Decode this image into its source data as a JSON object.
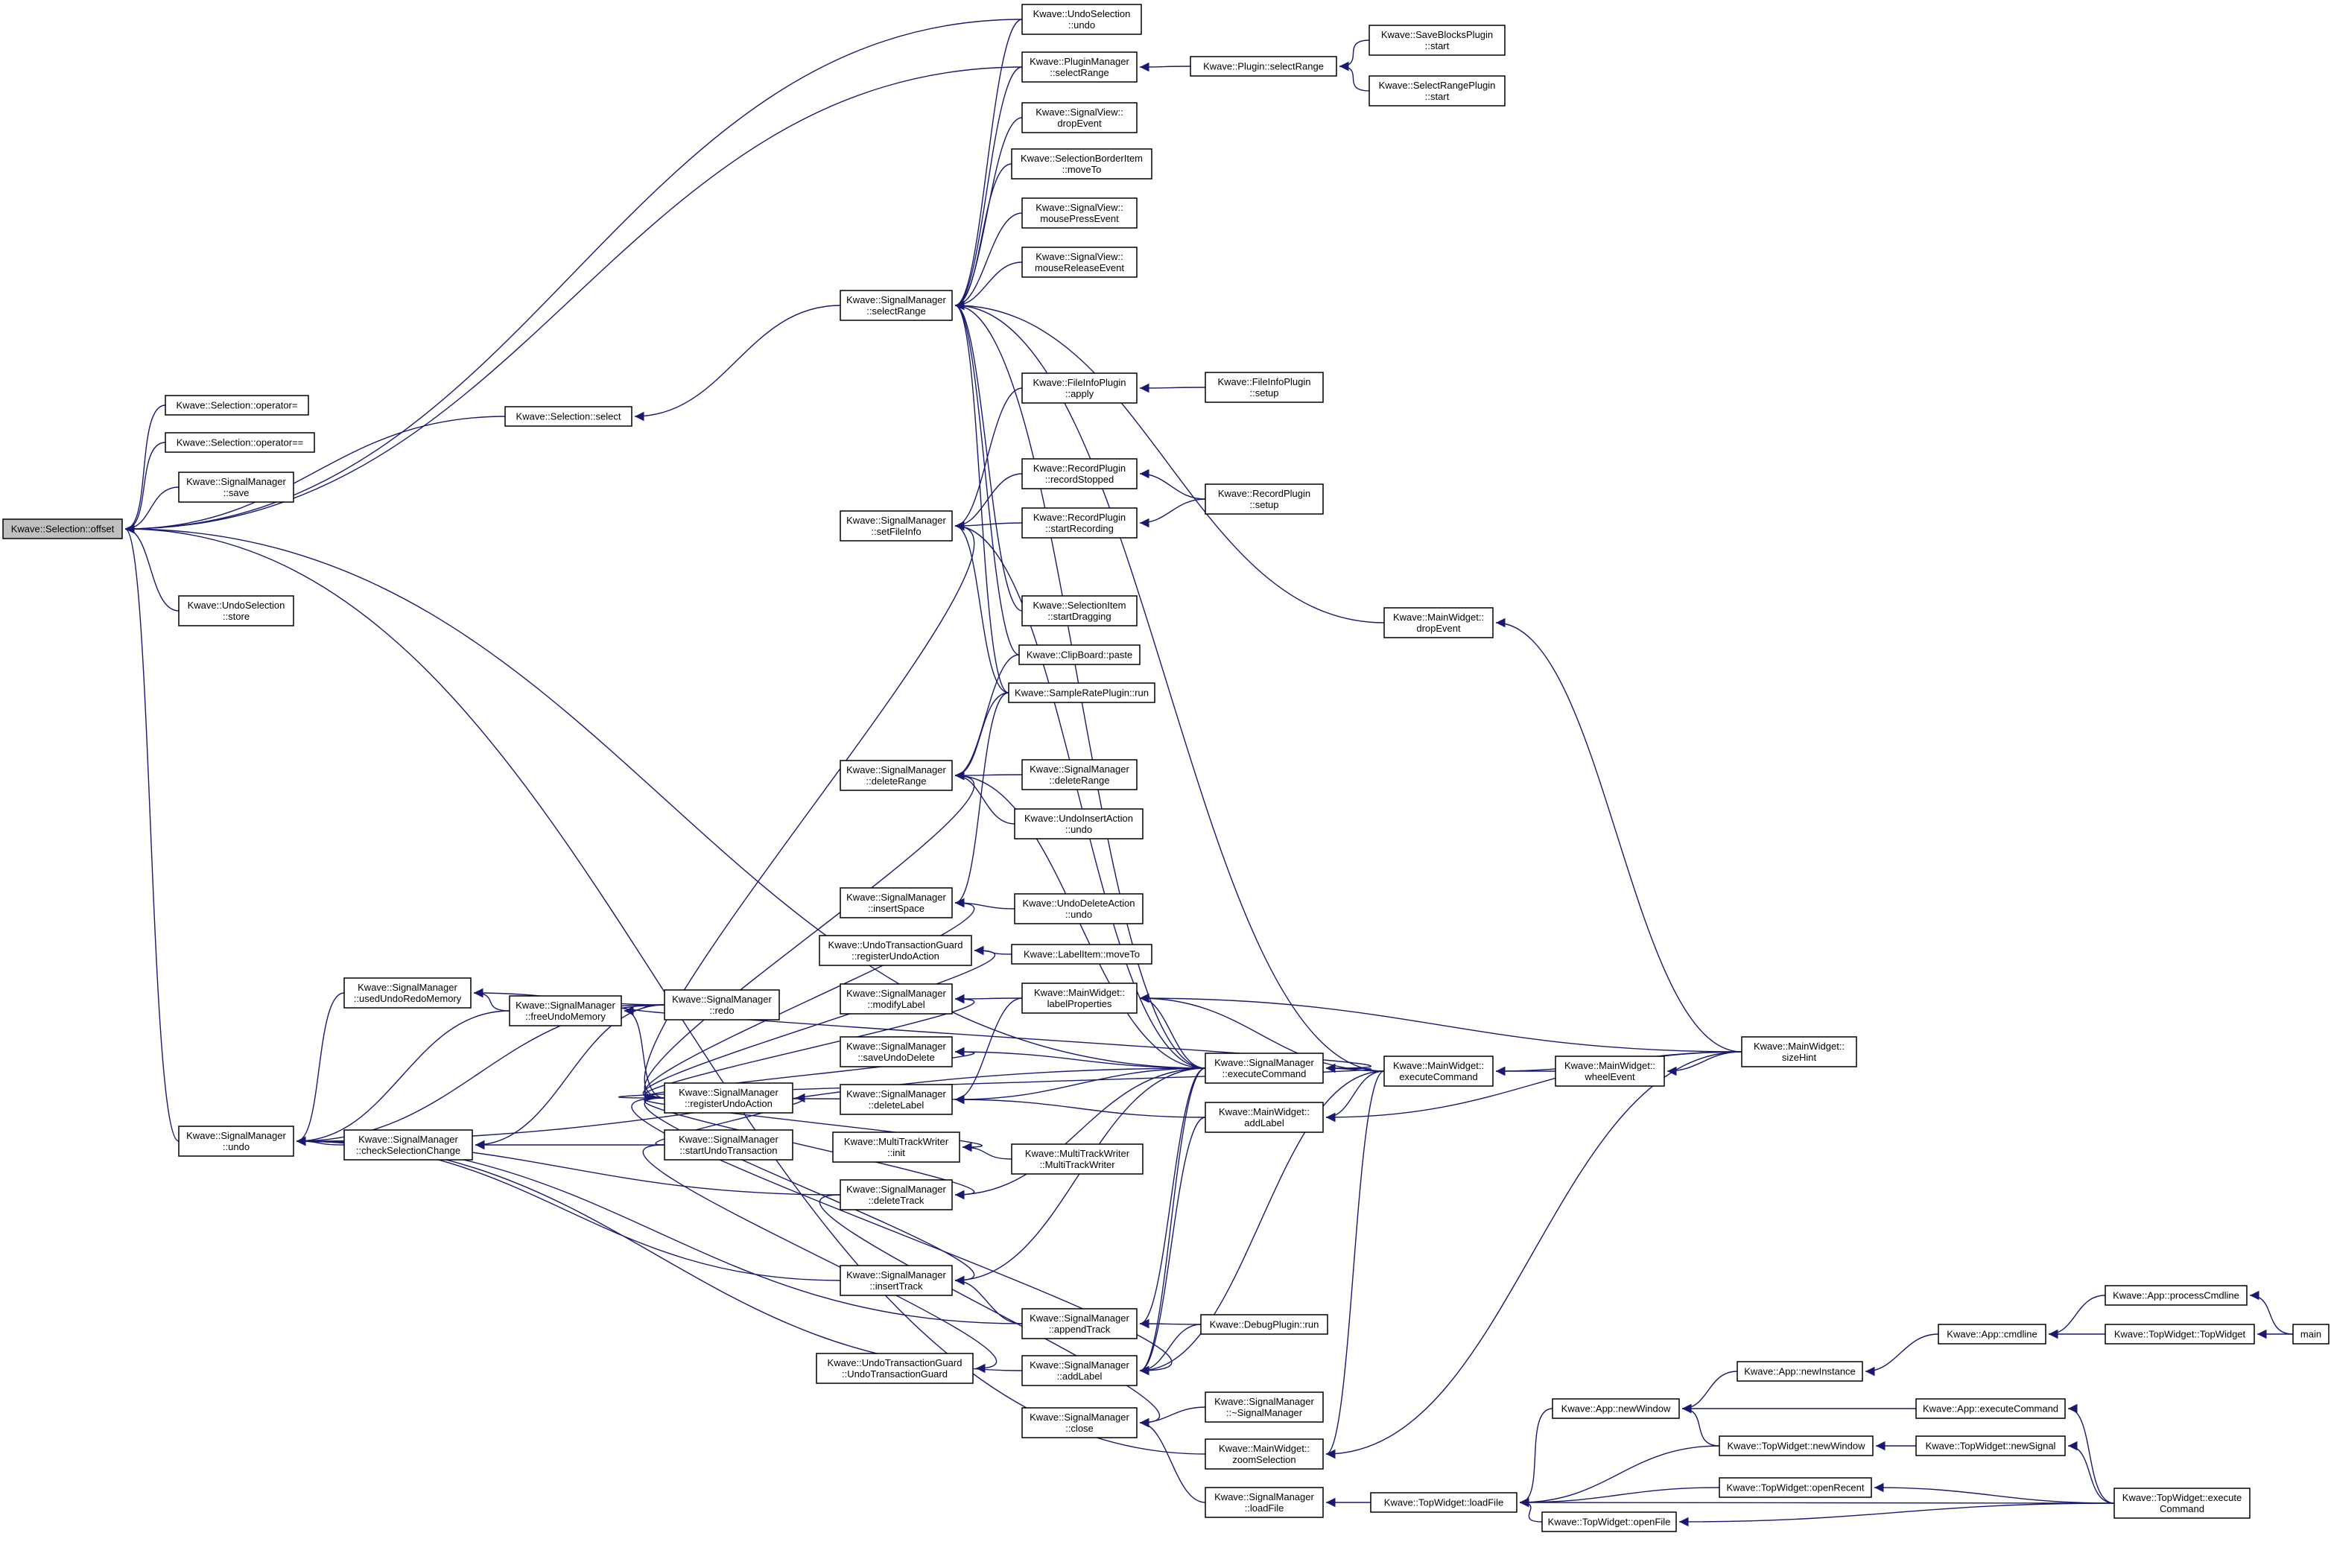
{
  "graph": {
    "colors": {
      "edge": "#191970",
      "node_border": "#000000",
      "node_fill": "#ffffff",
      "root_fill": "#bfbfbf"
    },
    "nodes": [
      {
        "id": "root",
        "lines": [
          "Kwave::Selection::offset"
        ],
        "root": true
      },
      {
        "id": "us_undo",
        "lines": [
          "Kwave::UndoSelection",
          "::undo"
        ]
      },
      {
        "id": "sel_opeq",
        "lines": [
          "Kwave::Selection::operator="
        ]
      },
      {
        "id": "sel_opeqeq",
        "lines": [
          "Kwave::Selection::operator=="
        ]
      },
      {
        "id": "sm_save",
        "lines": [
          "Kwave::SignalManager",
          "::save"
        ]
      },
      {
        "id": "us_store",
        "lines": [
          "Kwave::UndoSelection",
          "::store"
        ]
      },
      {
        "id": "sm_undo",
        "lines": [
          "Kwave::SignalManager",
          "::undo"
        ]
      },
      {
        "id": "sel_select",
        "lines": [
          "Kwave::Selection::select"
        ]
      },
      {
        "id": "sm_usedUndo",
        "lines": [
          "Kwave::SignalManager",
          "::usedUndoRedoMemory"
        ]
      },
      {
        "id": "sm_freeUndo",
        "lines": [
          "Kwave::SignalManager",
          "::freeUndoMemory"
        ]
      },
      {
        "id": "sm_checkSel",
        "lines": [
          "Kwave::SignalManager",
          "::checkSelectionChange"
        ]
      },
      {
        "id": "sm_redo",
        "lines": [
          "Kwave::SignalManager",
          "::redo"
        ]
      },
      {
        "id": "sm_regUndo",
        "lines": [
          "Kwave::SignalManager",
          "::registerUndoAction"
        ]
      },
      {
        "id": "sm_startUndo",
        "lines": [
          "Kwave::SignalManager",
          "::startUndoTransaction"
        ]
      },
      {
        "id": "sm_selectRange",
        "lines": [
          "Kwave::SignalManager",
          "::selectRange"
        ]
      },
      {
        "id": "sm_setFileInfo",
        "lines": [
          "Kwave::SignalManager",
          "::setFileInfo"
        ]
      },
      {
        "id": "sm_deleteRange",
        "lines": [
          "Kwave::SignalManager",
          "::deleteRange"
        ]
      },
      {
        "id": "sm_insertSpace",
        "lines": [
          "Kwave::SignalManager",
          "::insertSpace"
        ]
      },
      {
        "id": "utg_reg",
        "lines": [
          "Kwave::UndoTransactionGuard",
          "::registerUndoAction"
        ]
      },
      {
        "id": "sm_modifyLabel",
        "lines": [
          "Kwave::SignalManager",
          "::modifyLabel"
        ]
      },
      {
        "id": "sm_saveUndoDel",
        "lines": [
          "Kwave::SignalManager",
          "::saveUndoDelete"
        ]
      },
      {
        "id": "sm_deleteLabel",
        "lines": [
          "Kwave::SignalManager",
          "::deleteLabel"
        ]
      },
      {
        "id": "mtw_init",
        "lines": [
          "Kwave::MultiTrackWriter",
          "::init"
        ]
      },
      {
        "id": "sm_deleteTrack",
        "lines": [
          "Kwave::SignalManager",
          "::deleteTrack"
        ]
      },
      {
        "id": "sm_insertTrack",
        "lines": [
          "Kwave::SignalManager",
          "::insertTrack"
        ]
      },
      {
        "id": "utg_ctor",
        "lines": [
          "Kwave::UndoTransactionGuard",
          "::UndoTransactionGuard"
        ]
      },
      {
        "id": "pm_selectRange",
        "lines": [
          "Kwave::PluginManager",
          "::selectRange"
        ]
      },
      {
        "id": "sv_drop",
        "lines": [
          "Kwave::SignalView::",
          "dropEvent"
        ]
      },
      {
        "id": "sbi_move",
        "lines": [
          "Kwave::SelectionBorderItem",
          "::moveTo"
        ]
      },
      {
        "id": "sv_press",
        "lines": [
          "Kwave::SignalView::",
          "mousePressEvent"
        ]
      },
      {
        "id": "sv_release",
        "lines": [
          "Kwave::SignalView::",
          "mouseReleaseEvent"
        ]
      },
      {
        "id": "fip_apply",
        "lines": [
          "Kwave::FileInfoPlugin",
          "::apply"
        ]
      },
      {
        "id": "rp_stopped",
        "lines": [
          "Kwave::RecordPlugin",
          "::recordStopped"
        ]
      },
      {
        "id": "rp_startRec",
        "lines": [
          "Kwave::RecordPlugin",
          "::startRecording"
        ]
      },
      {
        "id": "si_startDrag",
        "lines": [
          "Kwave::SelectionItem",
          "::startDragging"
        ]
      },
      {
        "id": "cb_paste",
        "lines": [
          "Kwave::ClipBoard::paste"
        ]
      },
      {
        "id": "srp_run",
        "lines": [
          "Kwave::SampleRatePlugin::run"
        ]
      },
      {
        "id": "sm2_deleteRange",
        "lines": [
          "Kwave::SignalManager",
          "::deleteRange"
        ]
      },
      {
        "id": "uia_undo",
        "lines": [
          "Kwave::UndoInsertAction",
          "::undo"
        ]
      },
      {
        "id": "uda_undo",
        "lines": [
          "Kwave::UndoDeleteAction",
          "::undo"
        ]
      },
      {
        "id": "li_move",
        "lines": [
          "Kwave::LabelItem::moveTo"
        ]
      },
      {
        "id": "mw_labelProps",
        "lines": [
          "Kwave::MainWidget::",
          "labelProperties"
        ]
      },
      {
        "id": "sm_execCmd",
        "lines": [
          "Kwave::SignalManager",
          "::executeCommand"
        ]
      },
      {
        "id": "mw_addLabel",
        "lines": [
          "Kwave::MainWidget::",
          "addLabel"
        ]
      },
      {
        "id": "mtw_ctor",
        "lines": [
          "Kwave::MultiTrackWriter",
          "::MultiTrackWriter"
        ]
      },
      {
        "id": "sm_appendTrack",
        "lines": [
          "Kwave::SignalManager",
          "::appendTrack"
        ]
      },
      {
        "id": "sm_addLabel",
        "lines": [
          "Kwave::SignalManager",
          "::addLabel"
        ]
      },
      {
        "id": "sm_close",
        "lines": [
          "Kwave::SignalManager",
          "::close"
        ]
      },
      {
        "id": "dp_run",
        "lines": [
          "Kwave::DebugPlugin::run"
        ]
      },
      {
        "id": "sm_dtor",
        "lines": [
          "Kwave::SignalManager",
          "::~SignalManager"
        ]
      },
      {
        "id": "mw_zoomSel",
        "lines": [
          "Kwave::MainWidget::",
          "zoomSelection"
        ]
      },
      {
        "id": "sm_loadFile",
        "lines": [
          "Kwave::SignalManager",
          "::loadFile"
        ]
      },
      {
        "id": "pl_selectRange",
        "lines": [
          "Kwave::Plugin::selectRange"
        ]
      },
      {
        "id": "sbp_start",
        "lines": [
          "Kwave::SaveBlocksPlugin",
          "::start"
        ]
      },
      {
        "id": "srangep_start",
        "lines": [
          "Kwave::SelectRangePlugin",
          "::start"
        ]
      },
      {
        "id": "fip_setup",
        "lines": [
          "Kwave::FileInfoPlugin",
          "::setup"
        ]
      },
      {
        "id": "rp_setup",
        "lines": [
          "Kwave::RecordPlugin",
          "::setup"
        ]
      },
      {
        "id": "mw_dropEvent",
        "lines": [
          "Kwave::MainWidget::",
          "dropEvent"
        ]
      },
      {
        "id": "mw_execCmd",
        "lines": [
          "Kwave::MainWidget::",
          "executeCommand"
        ]
      },
      {
        "id": "mw_wheel",
        "lines": [
          "Kwave::MainWidget::",
          "wheelEvent"
        ]
      },
      {
        "id": "mw_sizeHint",
        "lines": [
          "Kwave::MainWidget::",
          "sizeHint"
        ]
      },
      {
        "id": "app_newWindow",
        "lines": [
          "Kwave::App::newWindow"
        ]
      },
      {
        "id": "app_newInstance",
        "lines": [
          "Kwave::App::newInstance"
        ]
      },
      {
        "id": "app_cmdline",
        "lines": [
          "Kwave::App::cmdline"
        ]
      },
      {
        "id": "app_processCmd",
        "lines": [
          "Kwave::App::processCmdline"
        ]
      },
      {
        "id": "tw_ctor",
        "lines": [
          "Kwave::TopWidget::TopWidget"
        ]
      },
      {
        "id": "main",
        "lines": [
          "main"
        ]
      },
      {
        "id": "app_execCmd",
        "lines": [
          "Kwave::App::executeCommand"
        ]
      },
      {
        "id": "tw_newWindow",
        "lines": [
          "Kwave::TopWidget::newWindow"
        ]
      },
      {
        "id": "tw_newSignal",
        "lines": [
          "Kwave::TopWidget::newSignal"
        ]
      },
      {
        "id": "tw_loadFile",
        "lines": [
          "Kwave::TopWidget::loadFile"
        ]
      },
      {
        "id": "tw_openRecent",
        "lines": [
          "Kwave::TopWidget::openRecent"
        ]
      },
      {
        "id": "tw_openFile",
        "lines": [
          "Kwave::TopWidget::openFile"
        ]
      },
      {
        "id": "tw_execCmd",
        "lines": [
          "Kwave::TopWidget::execute",
          "Command"
        ]
      }
    ],
    "edges": [
      [
        "us_undo",
        "root"
      ],
      [
        "sel_opeq",
        "root"
      ],
      [
        "sel_opeqeq",
        "root"
      ],
      [
        "sm_save",
        "root"
      ],
      [
        "us_store",
        "root"
      ],
      [
        "sel_select",
        "root"
      ],
      [
        "sm_undo",
        "root"
      ],
      [
        "sm_execCmd",
        "root"
      ],
      [
        "mw_zoomSel",
        "root"
      ],
      [
        "pm_selectRange",
        "root"
      ],
      [
        "sm_selectRange",
        "sel_select"
      ],
      [
        "pm_selectRange",
        "sm_selectRange"
      ],
      [
        "sv_drop",
        "sm_selectRange"
      ],
      [
        "sbi_move",
        "sm_selectRange"
      ],
      [
        "sv_press",
        "sm_selectRange"
      ],
      [
        "sv_release",
        "sm_selectRange"
      ],
      [
        "si_startDrag",
        "sm_selectRange"
      ],
      [
        "cb_paste",
        "sm_selectRange"
      ],
      [
        "srp_run",
        "sm_selectRange"
      ],
      [
        "sm_execCmd",
        "sm_selectRange"
      ],
      [
        "mw_execCmd",
        "sm_selectRange"
      ],
      [
        "mw_dropEvent",
        "sm_selectRange"
      ],
      [
        "us_undo",
        "sm_selectRange"
      ],
      [
        "pl_selectRange",
        "pm_selectRange"
      ],
      [
        "sbp_start",
        "pl_selectRange"
      ],
      [
        "srangep_start",
        "pl_selectRange"
      ],
      [
        "fip_apply",
        "sm_setFileInfo"
      ],
      [
        "rp_stopped",
        "sm_setFileInfo"
      ],
      [
        "rp_startRec",
        "sm_setFileInfo"
      ],
      [
        "srp_run",
        "sm_setFileInfo"
      ],
      [
        "sm_execCmd",
        "sm_setFileInfo"
      ],
      [
        "fip_setup",
        "fip_apply"
      ],
      [
        "rp_setup",
        "rp_stopped"
      ],
      [
        "rp_setup",
        "rp_startRec"
      ],
      [
        "cb_paste",
        "sm_deleteRange"
      ],
      [
        "srp_run",
        "sm_deleteRange"
      ],
      [
        "sm2_deleteRange",
        "sm_deleteRange"
      ],
      [
        "uia_undo",
        "sm_deleteRange"
      ],
      [
        "sm_execCmd",
        "sm_deleteRange"
      ],
      [
        "srp_run",
        "sm_insertSpace"
      ],
      [
        "uda_undo",
        "sm_insertSpace"
      ],
      [
        "li_move",
        "utg_reg"
      ],
      [
        "mw_labelProps",
        "sm_modifyLabel"
      ],
      [
        "sm_execCmd",
        "sm_saveUndoDel"
      ],
      [
        "mw_labelProps",
        "sm_deleteLabel"
      ],
      [
        "sm_execCmd",
        "sm_deleteLabel"
      ],
      [
        "mw_addLabel",
        "sm_deleteLabel"
      ],
      [
        "sm_execCmd",
        "mw_labelProps"
      ],
      [
        "mw_execCmd",
        "mw_labelProps"
      ],
      [
        "mw_sizeHint",
        "mw_labelProps"
      ],
      [
        "mtw_ctor",
        "mtw_init"
      ],
      [
        "sm_execCmd",
        "sm_deleteTrack"
      ],
      [
        "sm_execCmd",
        "sm_insertTrack"
      ],
      [
        "sm_appendTrack",
        "sm_insertTrack"
      ],
      [
        "sm_execCmd",
        "sm_appendTrack"
      ],
      [
        "dp_run",
        "sm_appendTrack"
      ],
      [
        "sm_execCmd",
        "sm_addLabel"
      ],
      [
        "dp_run",
        "sm_addLabel"
      ],
      [
        "mw_addLabel",
        "sm_addLabel"
      ],
      [
        "mw_execCmd",
        "sm_addLabel"
      ],
      [
        "sm_dtor",
        "sm_close"
      ],
      [
        "sm_loadFile",
        "sm_close"
      ],
      [
        "mw_execCmd",
        "sm_execCmd"
      ],
      [
        "mw_execCmd",
        "mw_addLabel"
      ],
      [
        "mw_sizeHint",
        "mw_addLabel"
      ],
      [
        "mw_wheel",
        "mw_execCmd"
      ],
      [
        "mw_sizeHint",
        "mw_execCmd"
      ],
      [
        "mw_sizeHint",
        "mw_wheel"
      ],
      [
        "mw_sizeHint",
        "mw_dropEvent"
      ],
      [
        "mw_execCmd",
        "mw_zoomSel"
      ],
      [
        "mw_sizeHint",
        "mw_zoomSel"
      ],
      [
        "tw_loadFile",
        "sm_loadFile"
      ],
      [
        "sm_regUndo",
        "sm_deleteRange"
      ],
      [
        "sm_regUndo",
        "sm_insertSpace"
      ],
      [
        "sm_regUndo",
        "utg_reg"
      ],
      [
        "sm_regUndo",
        "sm_modifyLabel"
      ],
      [
        "sm_regUndo",
        "sm_saveUndoDel"
      ],
      [
        "sm_regUndo",
        "sm_deleteLabel"
      ],
      [
        "sm_regUndo",
        "mtw_init"
      ],
      [
        "sm_regUndo",
        "sm_deleteTrack"
      ],
      [
        "sm_regUndo",
        "sm_insertTrack"
      ],
      [
        "sm_regUndo",
        "sm_setFileInfo"
      ],
      [
        "sm_regUndo",
        "sm_addLabel"
      ],
      [
        "sm_regUndo",
        "sm_execCmd"
      ],
      [
        "sm_regUndo",
        "sm_freeUndo"
      ],
      [
        "sm_startUndo",
        "sm_checkSel"
      ],
      [
        "sm_startUndo",
        "utg_ctor"
      ],
      [
        "sm_startUndo",
        "sm_regUndo"
      ],
      [
        "sm_redo",
        "sm_usedUndo"
      ],
      [
        "sm_redo",
        "sm_freeUndo"
      ],
      [
        "sm_redo",
        "sm_checkSel"
      ],
      [
        "sm_redo",
        "sm_execCmd"
      ],
      [
        "sm_freeUndo",
        "sm_usedUndo"
      ],
      [
        "sm_freeUndo",
        "sm_undo"
      ],
      [
        "sm_usedUndo",
        "sm_undo"
      ],
      [
        "sm_checkSel",
        "sm_undo"
      ],
      [
        "sm_redo",
        "sm_undo"
      ],
      [
        "sm_deleteTrack",
        "sm_undo"
      ],
      [
        "sm_insertTrack",
        "sm_undo"
      ],
      [
        "sm_appendTrack",
        "sm_undo"
      ],
      [
        "sm_addLabel",
        "sm_undo"
      ],
      [
        "sm_execCmd",
        "sm_undo"
      ],
      [
        "sm_deleteTrack",
        "sm_close"
      ],
      [
        "app_newWindow",
        "tw_loadFile"
      ],
      [
        "tw_newWindow",
        "tw_loadFile"
      ],
      [
        "tw_openRecent",
        "tw_loadFile"
      ],
      [
        "tw_openFile",
        "tw_loadFile"
      ],
      [
        "tw_execCmd",
        "tw_loadFile"
      ],
      [
        "app_newInstance",
        "app_newWindow"
      ],
      [
        "app_execCmd",
        "app_newWindow"
      ],
      [
        "tw_newWindow",
        "app_newWindow"
      ],
      [
        "app_cmdline",
        "app_newInstance"
      ],
      [
        "app_processCmd",
        "app_cmdline"
      ],
      [
        "tw_ctor",
        "app_cmdline"
      ],
      [
        "main",
        "app_processCmd"
      ],
      [
        "main",
        "tw_ctor"
      ],
      [
        "tw_newSignal",
        "tw_newWindow"
      ],
      [
        "tw_execCmd",
        "tw_newSignal"
      ],
      [
        "tw_execCmd",
        "app_execCmd"
      ],
      [
        "tw_execCmd",
        "tw_openRecent"
      ],
      [
        "tw_execCmd",
        "tw_openFile"
      ]
    ]
  }
}
